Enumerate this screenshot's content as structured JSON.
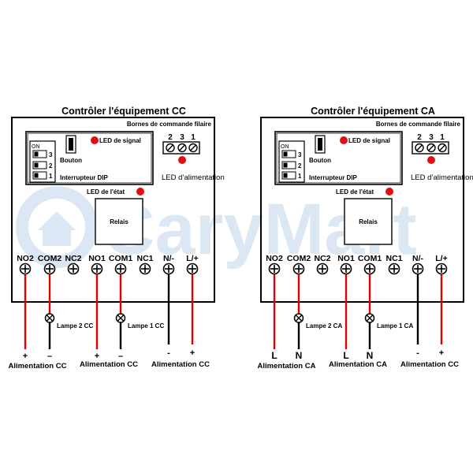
{
  "watermark": {
    "text": "CaryMart"
  },
  "labels": {
    "dip_on": "ON",
    "dip_numbers": [
      "3",
      "2",
      "1"
    ],
    "button": "Bouton",
    "dip_switch": "Interrupteur DIP",
    "signal_led": "LED de signal",
    "status_led": "LED de l'état",
    "relay": "Relais",
    "wired_terminals": "Bornes de commande filaire",
    "wired_numbers": [
      "2",
      "3",
      "1"
    ],
    "power_led": "LED d’alimentation",
    "terminals": [
      "NO2",
      "COM2",
      "NC2",
      "NO1",
      "COM1",
      "NC1",
      "N/-",
      "L/+"
    ]
  },
  "boards": [
    {
      "id": "dc",
      "title": "Contrôler l'équipement CC",
      "lamp2": "Lampe 2 CC",
      "lamp1": "Lampe 1 CC",
      "wire_ends": [
        "+",
        "–",
        "+",
        "–",
        "-",
        "+"
      ],
      "supply_labels": [
        "Alimentation CC",
        "Alimentation CC",
        "Alimentation CC"
      ]
    },
    {
      "id": "ac",
      "title": "Contrôler l'équipement CA",
      "lamp2": "Lampe 2 CA",
      "lamp1": "Lampe 1 CA",
      "wire_ends": [
        "L",
        "N",
        "L",
        "N",
        "-",
        "+"
      ],
      "supply_labels": [
        "Alimentation CA",
        "Alimentation CA",
        "Alimentation CC"
      ]
    }
  ],
  "colors": {
    "outline": "#000000",
    "red_wire": "#e00000",
    "black_wire": "#000000",
    "led": "#e01010",
    "watermark": "#cfdff0"
  }
}
